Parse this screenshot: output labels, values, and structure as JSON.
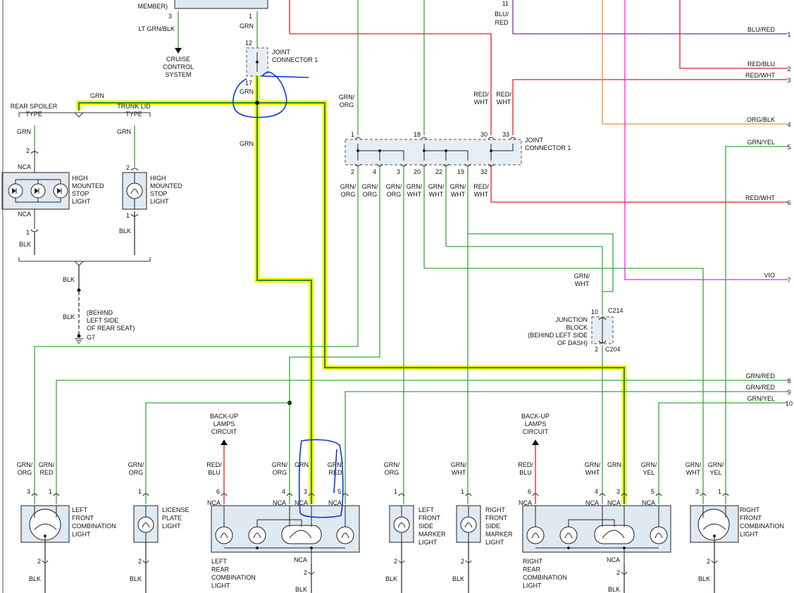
{
  "labels": {
    "member": "MEMBER)",
    "pin3_top": "3",
    "pin1_top": "1",
    "lt_grn_blk": "LT GRN/BLK",
    "grn_top": "GRN",
    "cruise_1": "CRUISE",
    "cruise_2": "CONTROL",
    "cruise_3": "SYSTEM",
    "jc1_pin12": "12",
    "jc1_pin17": "17",
    "joint_connector_1a": "JOINT",
    "joint_connector_1b": "CONNECTOR 1",
    "grn_17": "GRN",
    "grn_bus": "GRN",
    "grn_mid": "GRN",
    "rear_spoiler_1": "REAR SPOILER",
    "rear_spoiler_2": "TYPE",
    "trunk_lid_1": "TRUNK LID",
    "trunk_lid_2": "TYPE",
    "hmsl_grn_left": "GRN",
    "hmsl_grn_right": "GRN",
    "hmsl_pin2_left": "2",
    "hmsl_pin2_right": "2",
    "nca_top": "NCA",
    "nca_bottom": "NCA",
    "hmsl_l_1": "HIGH",
    "hmsl_l_2": "MOUNTED",
    "hmsl_l_3": "STOP",
    "hmsl_l_4": "LIGHT",
    "hmsl_r_1": "HIGH",
    "hmsl_r_2": "MOUNTED",
    "hmsl_r_3": "STOP",
    "hmsl_r_4": "LIGHT",
    "hmsl_pin1_left": "1",
    "hmsl_pin1_right": "1",
    "blk_left": "BLK",
    "blk_right": "BLK",
    "blk_g1": "BLK",
    "blk_g2": "BLK",
    "ground_1": "(BEHIND",
    "ground_2": "LEFT SIDE",
    "ground_3": "OF REAR SEAT)",
    "ground_id": "G7",
    "jc2_1": "JOINT",
    "jc2_2": "CONNECTOR 1",
    "w_grn_org_a": "GRN/",
    "w_grn_org_b": "ORG",
    "blu_red_a": "BLU/",
    "blu_red_b": "RED",
    "pin11": "11",
    "red_wht_a1": "RED/",
    "red_wht_a2": "WHT",
    "red_wht_b1": "RED/",
    "red_wht_b2": "WHT",
    "jc2_pins_top": [
      "1",
      "18",
      "30",
      "33"
    ],
    "jc2_pins_bot": [
      "2",
      "4",
      "3",
      "20",
      "22",
      "19",
      "32"
    ],
    "jc2_wires": [
      [
        "GRN/",
        "ORG"
      ],
      [
        "GRN/",
        "ORG"
      ],
      [
        "GRN/",
        "ORG"
      ],
      [
        "GRN/",
        "WHT"
      ],
      [
        "GRN/",
        "WHT"
      ],
      [
        "GRN/",
        "WHT"
      ],
      [
        "RED/",
        "WHT"
      ]
    ],
    "right_wires": [
      {
        "name": "BLU/RED",
        "num": "1"
      },
      {
        "name": "RED/BLU",
        "num": "2"
      },
      {
        "name": "RED/WHT",
        "num": "3"
      },
      {
        "name": "ORG/BLK",
        "num": "4"
      },
      {
        "name": "GRN/YEL",
        "num": "5"
      },
      {
        "name": "RED/WHT",
        "num": "6"
      },
      {
        "name": "VIO",
        "num": "7"
      },
      {
        "name": "GRN/RED",
        "num": "8"
      },
      {
        "name": "GRN/RED",
        "num": "9"
      },
      {
        "name": "GRN/YEL",
        "num": "10"
      }
    ],
    "jb_grn_wht_a": "GRN/",
    "jb_grn_wht_b": "WHT",
    "jb_pin10": "10",
    "jb_c214": "C214",
    "jb_pin2": "2",
    "jb_c204": "C204",
    "jb_1": "JUNCTION",
    "jb_2": "BLOCK",
    "jb_3": "(BEHIND LEFT SIDE",
    "jb_4": "OF DASH)",
    "backup_l_1": "BACK-UP",
    "backup_l_2": "LAMPS",
    "backup_l_3": "CIRCUIT",
    "backup_r_1": "BACK-UP",
    "backup_r_2": "LAMPS",
    "backup_r_3": "CIRCUIT"
  },
  "bottom_wires": [
    [
      "GRN/",
      "ORG"
    ],
    [
      "GRN/",
      "RED"
    ],
    [
      "GRN/",
      "ORG"
    ],
    [
      "RED/",
      "BLU"
    ],
    [
      "GRN/",
      "ORG"
    ],
    [
      "GRN",
      ""
    ],
    [
      "GRN/",
      "RED"
    ],
    [
      "GRN/",
      "ORG"
    ],
    [
      "GRN/",
      "WHT"
    ],
    [
      "RED/",
      "BLU"
    ],
    [
      "GRN/",
      "WHT"
    ],
    [
      "GRN",
      ""
    ],
    [
      "GRN/",
      "YEL"
    ],
    [
      "GRN/",
      "WHT"
    ],
    [
      "GRN/",
      "YEL"
    ]
  ],
  "bottom_pins": [
    "3",
    "1",
    "1",
    "6",
    "4",
    "3",
    "5",
    "1",
    "1",
    "6",
    "4",
    "3",
    "5",
    "3",
    "1"
  ],
  "bottom_nca": [
    "NCA",
    "NCA",
    "NCA",
    "NCA",
    "NCA",
    "NCA",
    "NCA",
    "NCA"
  ],
  "components": {
    "lf_comb": [
      "LEFT",
      "FRONT",
      "COMBINATION",
      "LIGHT"
    ],
    "license": [
      "LICENSE",
      "PLATE",
      "LIGHT"
    ],
    "lr_comb": [
      "LEFT",
      "REAR",
      "COMBINATION",
      "LIGHT"
    ],
    "lf_side": [
      "LEFT",
      "FRONT",
      "SIDE",
      "MARKER",
      "LIGHT"
    ],
    "rf_side": [
      "RIGHT",
      "FRONT",
      "SIDE",
      "MARKER",
      "LIGHT"
    ],
    "rr_comb": [
      "RIGHT",
      "REAR",
      "COMBINATION",
      "LIGHT"
    ],
    "rf_comb": [
      "RIGHT",
      "FRONT",
      "COMBINATION",
      "LIGHT"
    ]
  },
  "bottom_pin2": [
    "2",
    "2",
    "2",
    "2",
    "2",
    "2",
    "2"
  ],
  "bottom_blk": [
    "BLK",
    "BLK",
    "BLK",
    "BLK",
    "BLK",
    "BLK",
    "BLK"
  ],
  "bottom_nca_low": [
    "NCA",
    "NCA"
  ],
  "colors": {
    "green": "#3aa63a",
    "red": "#e02020",
    "orange": "#f08c30",
    "violet": "#7a2bd1",
    "magenta": "#ff1ad9",
    "highlight": "#f3f300",
    "pen": "#1034d6",
    "component": "#dfe9f1"
  }
}
